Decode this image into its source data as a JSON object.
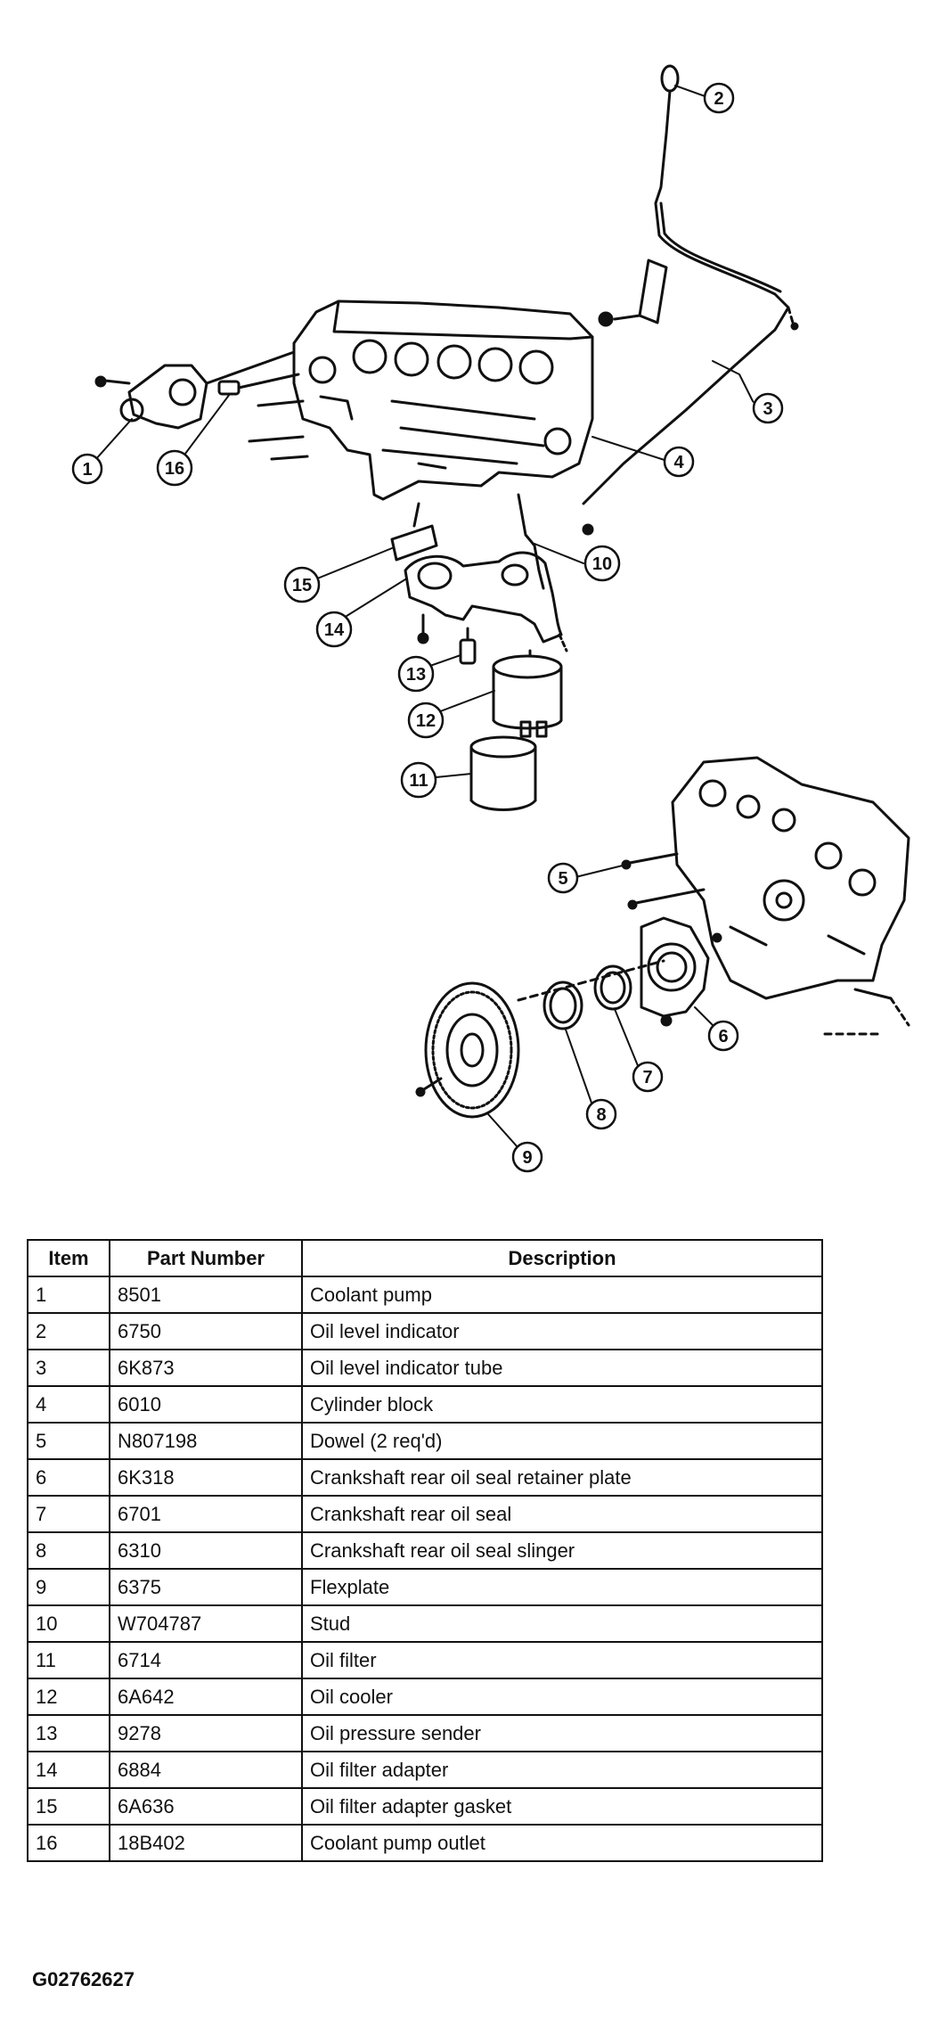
{
  "callouts": [
    "1",
    "2",
    "3",
    "4",
    "5",
    "6",
    "7",
    "8",
    "9",
    "10",
    "11",
    "12",
    "13",
    "14",
    "15",
    "16"
  ],
  "table": {
    "headers": {
      "item": "Item",
      "part_number": "Part Number",
      "description": "Description"
    },
    "rows": [
      {
        "item": "1",
        "part_number": "8501",
        "description": "Coolant pump"
      },
      {
        "item": "2",
        "part_number": "6750",
        "description": "Oil level indicator"
      },
      {
        "item": "3",
        "part_number": "6K873",
        "description": "Oil level indicator tube"
      },
      {
        "item": "4",
        "part_number": "6010",
        "description": "Cylinder block"
      },
      {
        "item": "5",
        "part_number": "N807198",
        "description": "Dowel (2 req'd)"
      },
      {
        "item": "6",
        "part_number": "6K318",
        "description": "Crankshaft rear oil seal retainer plate"
      },
      {
        "item": "7",
        "part_number": "6701",
        "description": "Crankshaft rear oil seal"
      },
      {
        "item": "8",
        "part_number": "6310",
        "description": "Crankshaft rear oil seal slinger"
      },
      {
        "item": "9",
        "part_number": "6375",
        "description": "Flexplate"
      },
      {
        "item": "10",
        "part_number": "W704787",
        "description": "Stud"
      },
      {
        "item": "11",
        "part_number": "6714",
        "description": "Oil filter"
      },
      {
        "item": "12",
        "part_number": "6A642",
        "description": "Oil cooler"
      },
      {
        "item": "13",
        "part_number": "9278",
        "description": "Oil pressure sender"
      },
      {
        "item": "14",
        "part_number": "6884",
        "description": "Oil filter adapter"
      },
      {
        "item": "15",
        "part_number": "6A636",
        "description": "Oil filter adapter gasket"
      },
      {
        "item": "16",
        "part_number": "18B402",
        "description": "Coolant pump outlet"
      }
    ]
  },
  "figure_id": "G02762627"
}
